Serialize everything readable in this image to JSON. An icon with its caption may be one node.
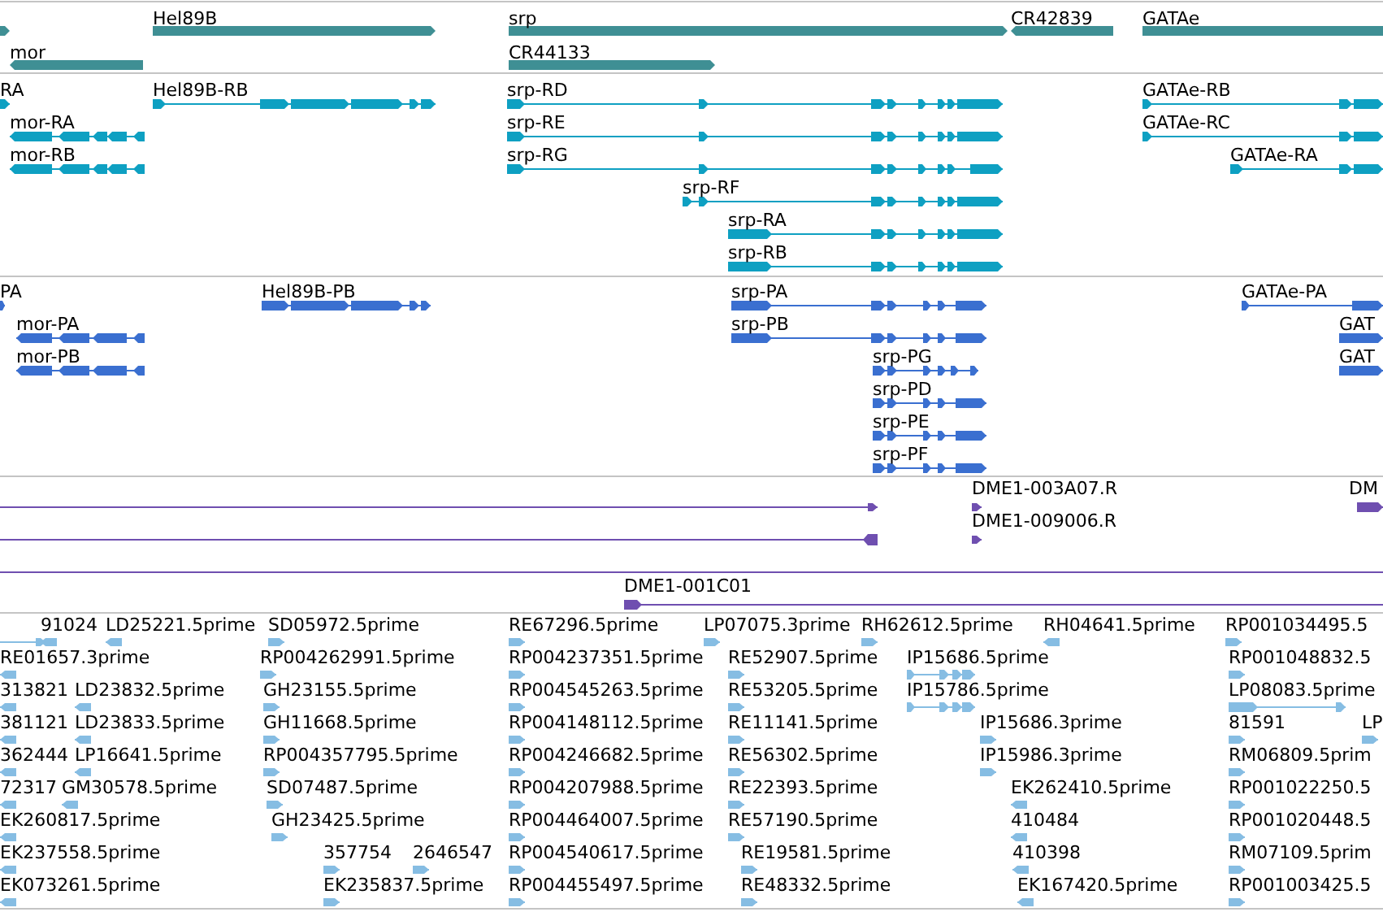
{
  "diagram": {
    "labels": [
      "Hel89B",
      "srp",
      "CR42839",
      "GATAe",
      "mor",
      "CR44133",
      "RA",
      "Hel89B-RB",
      "srp-RD",
      "GATAe-RB",
      "mor-RA",
      "srp-RE",
      "GATAe-RC",
      "mor-RB",
      "srp-RG",
      "GATAe-RA",
      "srp-RF",
      "srp-RA",
      "srp-RB",
      "PA",
      "Hel89B-PB",
      "srp-PA",
      "GATAe-PA",
      "mor-PA",
      "srp-PB",
      "GAT",
      "mor-PB",
      "srp-PG",
      "GAT",
      "srp-PD",
      "srp-PE",
      "srp-PF",
      "DME1-003A07.R",
      "DM",
      "DME1-009006.R",
      "DME1-001C01",
      "91024",
      "LD25221.5prime",
      "SD05972.5prime",
      "RE67296.5prime",
      "LP07075.3prime",
      "RH62612.5prime",
      "RH04641.5prime",
      "RP001034495.5",
      "RE01657.3prime",
      "RP004262991.5prime",
      "RP004237351.5prime",
      "RE52907.5prime",
      "IP15686.5prime",
      "RP001048832.5",
      "313821",
      "LD23832.5prime",
      "GH23155.5prime",
      "RP004545263.5prime",
      "RE53205.5prime",
      "IP15786.5prime",
      "LP08083.5prime",
      "381121",
      "LD23833.5prime",
      "GH11668.5prime",
      "RP004148112.5prime",
      "RE11141.5prime",
      "IP15686.3prime",
      "81591",
      "LP",
      "362444",
      "LP16641.5prime",
      "RP004357795.5prime",
      "RP004246682.5prime",
      "RE56302.5prime",
      "IP15986.3prime",
      "RM06809.5prim",
      "72317",
      "GM30578.5prime",
      "SD07487.5prime",
      "RP004207988.5prime",
      "RE22393.5prime",
      "EK262410.5prime",
      "RP001022250.5",
      "EK260817.5prime",
      "GH23425.5prime",
      "RP004464007.5prime",
      "RE57190.5prime",
      "410484",
      "RP001020448.5",
      "EK237558.5prime",
      "357754",
      "2646547",
      "RP004540617.5prime",
      "RE19581.5prime",
      "410398",
      "RM07109.5prim",
      "EK073261.5prime",
      "EK235837.5prime",
      "RP004455497.5prime",
      "RE48332.5prime",
      "EK167420.5prime",
      "RP001003425.5"
    ]
  }
}
